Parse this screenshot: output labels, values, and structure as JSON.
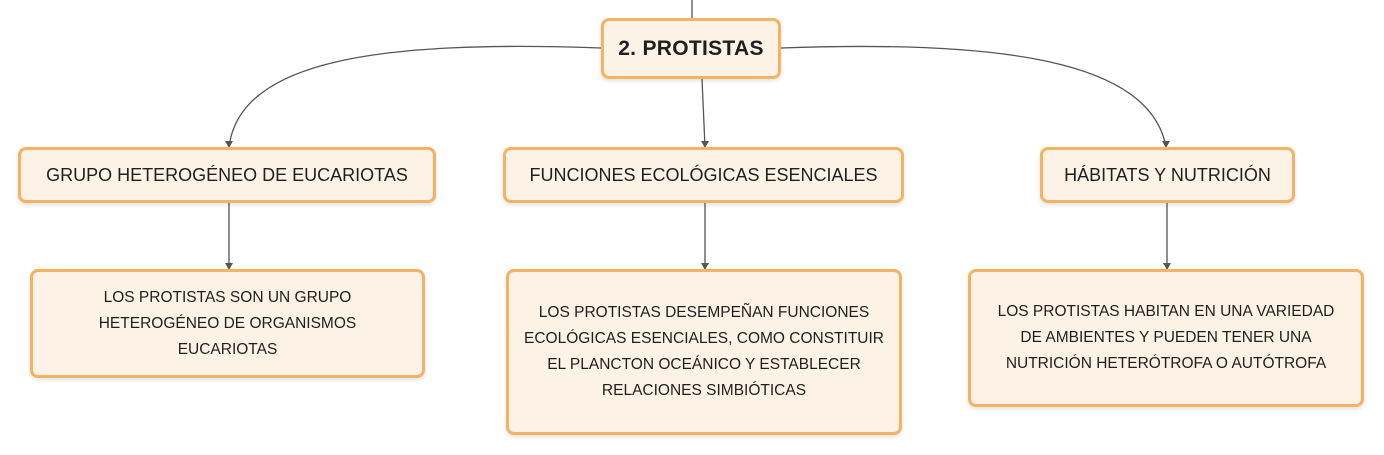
{
  "root": {
    "title": "2. PROTISTAS"
  },
  "branches": [
    {
      "title": "GRUPO HETEROGÉNEO DE EUCARIOTAS",
      "detail": "LOS PROTISTAS SON UN GRUPO HETEROGÉNEO DE ORGANISMOS EUCARIOTAS"
    },
    {
      "title": "FUNCIONES ECOLÓGICAS ESENCIALES",
      "detail": "LOS PROTISTAS DESEMPEÑAN FUNCIONES ECOLÓGICAS ESENCIALES, COMO CONSTITUIR EL PLANCTON OCEÁNICO Y ESTABLECER RELACIONES SIMBIÓTICAS"
    },
    {
      "title": "HÁBITATS Y NUTRICIÓN",
      "detail": "LOS PROTISTAS HABITAN EN UNA VARIEDAD DE AMBIENTES Y PUEDEN TENER UNA NUTRICIÓN HETERÓTROFA O AUTÓTROFA"
    }
  ],
  "colors": {
    "node_fill": "#fdf2e6",
    "node_border": "#f3b362",
    "connector": "#555555",
    "text": "#1f1f1f"
  }
}
